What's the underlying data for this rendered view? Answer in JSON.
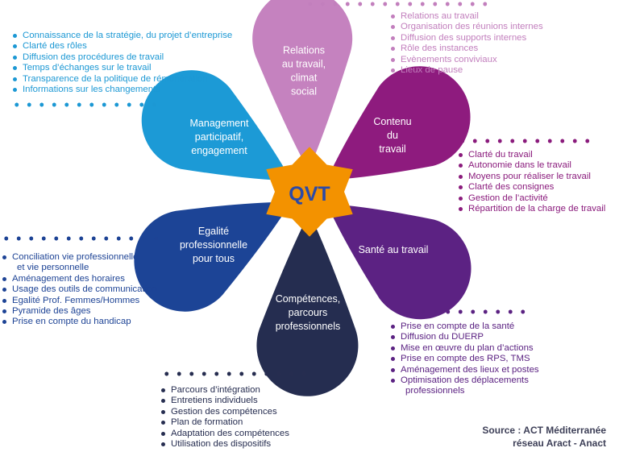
{
  "center": {
    "label": "QVT",
    "color": "#2c4aa6",
    "fill": "#f39200"
  },
  "petals": [
    {
      "id": "relations",
      "lines": [
        "Relations",
        "au travail,",
        "climat",
        "social"
      ],
      "color": "#c582bf"
    },
    {
      "id": "contenu",
      "lines": [
        "Contenu",
        "du",
        "travail"
      ],
      "color": "#8e1b7e"
    },
    {
      "id": "sante",
      "lines": [
        "Santé au travail"
      ],
      "color": "#5c2283"
    },
    {
      "id": "competences",
      "lines": [
        "Compétences,",
        "parcours",
        "professionnels"
      ],
      "color": "#252d50"
    },
    {
      "id": "egalite",
      "lines": [
        "Egalité",
        "professionnelle",
        "pour tous"
      ],
      "color": "#1c4496"
    },
    {
      "id": "management",
      "lines": [
        "Management",
        "participatif,",
        "engagement"
      ],
      "color": "#1c9ad6"
    }
  ],
  "lists": {
    "relations": {
      "color": "#c27fbd",
      "items": [
        "Relations au travail",
        "Organisation des réunions internes",
        "Diffusion des supports internes",
        "Rôle des instances",
        "Evènements conviviaux",
        "Lieux de pause"
      ]
    },
    "contenu": {
      "color": "#8a1b7c",
      "items": [
        "Clarté du travail",
        "Autonomie dans le travail",
        "Moyens pour réaliser le travail",
        "Clarté des consignes",
        "Gestion de l’activité",
        "Répartition de la charge de travail"
      ]
    },
    "sante": {
      "color": "#5b2282",
      "items": [
        "Prise en compte de la santé",
        "Diffusion du DUERP",
        "Mise en œuvre du plan d’actions",
        "Prise en compte des RPS, TMS",
        "Aménagement des lieux et postes",
        "Optimisation des déplacements",
        "professionnels"
      ]
    },
    "competences": {
      "color": "#262d50",
      "items": [
        "Parcours d’intégration",
        "Entretiens individuels",
        "Gestion des compétences",
        "Plan de formation",
        "Adaptation des compétences",
        "Utilisation des dispositifs"
      ]
    },
    "egalite": {
      "color": "#1d4395",
      "items": [
        "Conciliation vie professionnelle",
        "et vie personnelle",
        "Aménagement des horaires",
        "Usage des outils de communication",
        "Egalité Prof. Femmes/Hommes",
        "Pyramide des âges",
        "Prise en compte du handicap"
      ]
    },
    "management": {
      "color": "#1c98d4",
      "items": [
        "Connaissance de la stratégie, du projet d’entreprise",
        "Clarté des rôles",
        "Diffusion des procédures de travail",
        "Temps d’échanges sur le travail",
        "Transparence de la politique de rémunération",
        "Informations sur les changements"
      ]
    }
  },
  "source": {
    "line1": "Source : ACT Méditerranée",
    "line2": "réseau Aract - Anact"
  }
}
